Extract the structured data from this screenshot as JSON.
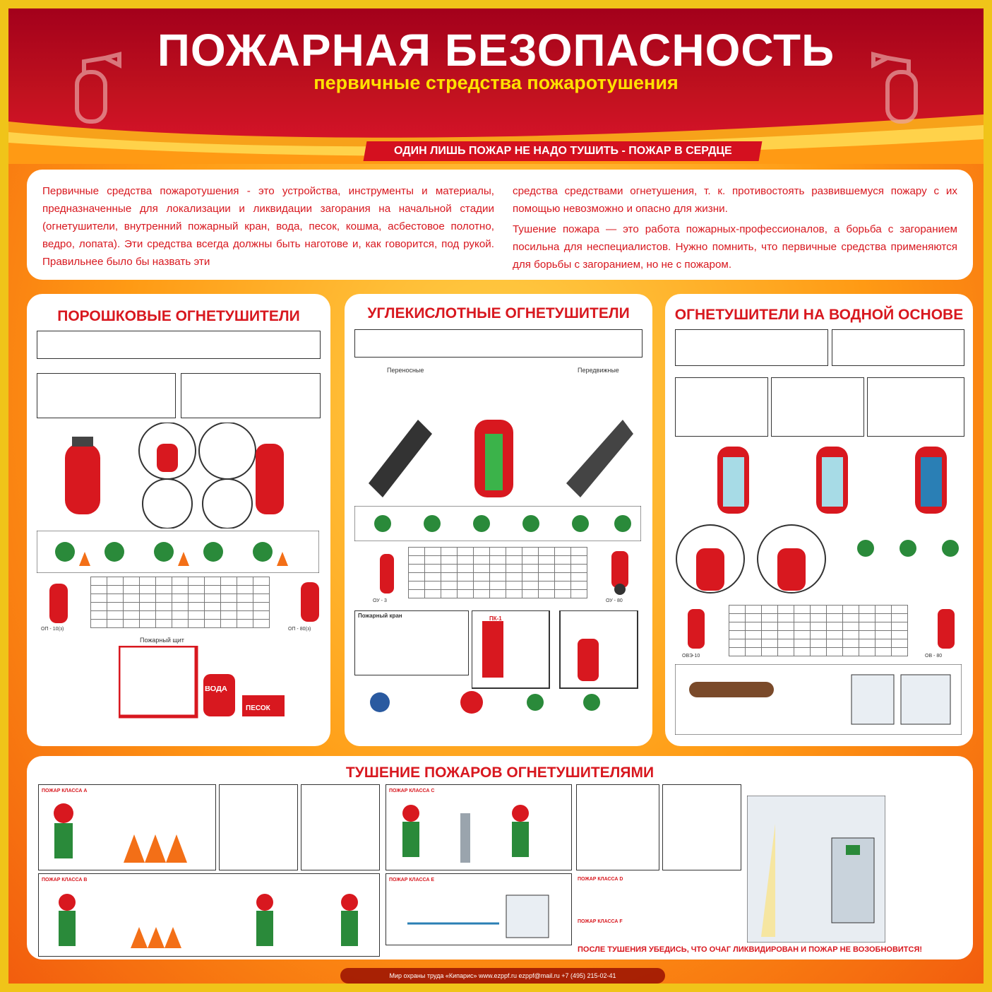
{
  "header": {
    "title": "ПОЖАРНАЯ БЕЗОПАСНОСТЬ",
    "subtitle": "первичные стредства пожаротушения",
    "slogan": "ОДИН ЛИШЬ ПОЖАР НЕ НАДО ТУШИТЬ - ПОЖАР В СЕРДЦЕ"
  },
  "intro": {
    "left": "Первичные средства пожаротушения - это устройства, инструменты и материалы, предназначенные для локализации и ликвидации загорания на начальной стадии (огнетушители, внутренний пожарный кран, вода, песок, кошма, асбестовое полотно, ведро, лопата). Эти средства всегда должны быть наготове и, как говорится, под рукой. Правильнее было бы назвать эти",
    "right_1": "средства средствами огнетушения, т. к. противостоять развившемуся пожару с их помощью невозможно и опасно для жизни.",
    "right_2": "Тушение пожара — это работа пожарных-профессионалов, а борьба с загоранием посильна для неспециалистов. Нужно помнить, что первичные средства применяются для борьбы с загоранием, но не с пожаром."
  },
  "sections": {
    "powder": {
      "title": "ПОРОШКОВЫЕ ОГНЕТУШИТЕЛИ",
      "labels": [
        "ОП - 10(з)",
        "ОП - 80(з)",
        "Пожарный щит",
        "ВОДА",
        "ПЕСОК"
      ]
    },
    "co2": {
      "title": "УГЛЕКИСЛОТНЫЕ ОГНЕТУШИТЕЛИ",
      "labels": [
        "Переносные",
        "Передвижные",
        "ОУ - 3",
        "ОУ - 80",
        "Пожарный кран",
        "ПК-1"
      ]
    },
    "water": {
      "title": "ОГНЕТУШИТЕЛИ НА ВОДНОЙ ОСНОВЕ",
      "labels": [
        "ОВЭ-10",
        "ОВ - 80"
      ]
    }
  },
  "bottom": {
    "title": "ТУШЕНИЕ ПОЖАРОВ ОГНЕТУШИТЕЛЯМИ",
    "class_labels": [
      "ПОЖАР КЛАССА А",
      "ПОЖАР КЛАССА В",
      "ПОЖАР КЛАССА С",
      "ПОЖАР КЛАССА Е",
      "ПОЖАР КЛАССА D",
      "ПОЖАР КЛАССА F"
    ],
    "note": "ПОСЛЕ ТУШЕНИЯ УБЕДИСЬ, ЧТО ОЧАГ ЛИКВИДИРОВАН И ПОЖАР НЕ ВОЗОБНОВИТСЯ!"
  },
  "footer": {
    "text": "Мир охраны труда «Кипарис»   www.ezppf.ru   ezppf@mail.ru   +7 (495) 215-02-41"
  },
  "colors": {
    "header_red": "#c1121f",
    "accent_yellow": "#ffe100",
    "text_red": "#d8181f",
    "background_orange": "#ff9a14"
  }
}
